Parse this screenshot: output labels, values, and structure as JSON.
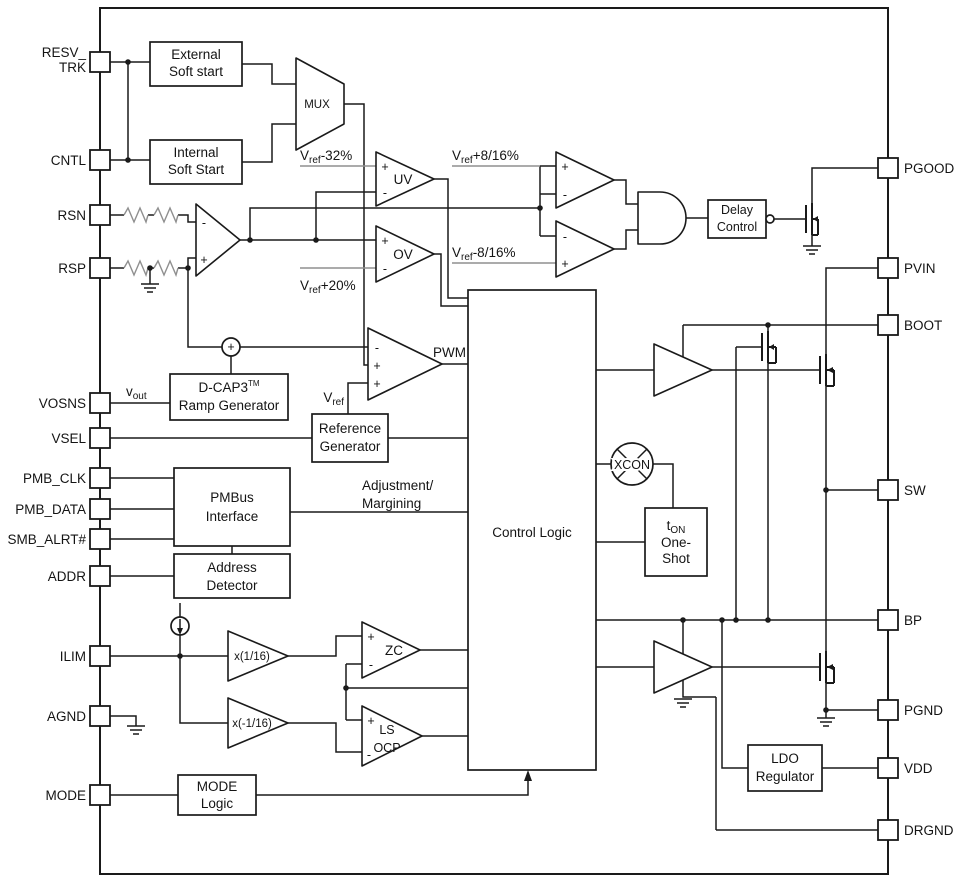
{
  "pins": {
    "left": [
      {
        "line1": "RESV_",
        "line2": "TRK"
      },
      {
        "label": "CNTL"
      },
      {
        "label": "RSN"
      },
      {
        "label": "RSP"
      },
      {
        "label": "VOSNS"
      },
      {
        "label": "VSEL"
      },
      {
        "label": "PMB_CLK"
      },
      {
        "label": "PMB_DATA"
      },
      {
        "label": "SMB_ALRT#"
      },
      {
        "label": "ADDR"
      },
      {
        "label": "ILIM"
      },
      {
        "label": "AGND"
      },
      {
        "label": "MODE"
      }
    ],
    "right": [
      {
        "label": "PGOOD"
      },
      {
        "label": "PVIN"
      },
      {
        "label": "BOOT"
      },
      {
        "label": "SW"
      },
      {
        "label": "BP"
      },
      {
        "label": "PGND"
      },
      {
        "label": "VDD"
      },
      {
        "label": "DRGND"
      }
    ]
  },
  "blocks": {
    "external_ss": {
      "line1": "External",
      "line2": "Soft start"
    },
    "internal_ss": {
      "line1": "Internal",
      "line2": "Soft Start"
    },
    "mux": {
      "label": "MUX"
    },
    "uv": {
      "label": "UV"
    },
    "ov": {
      "label": "OV"
    },
    "pwm": {
      "label": "PWM"
    },
    "delay": {
      "line1": "Delay",
      "line2": "Control"
    },
    "ramp": {
      "name": "D-CAP3",
      "tm": "TM",
      "line2": "Ramp Generator"
    },
    "refgen": {
      "line1": "Reference",
      "line2": "Generator"
    },
    "pmbus": {
      "line1": "PMBus",
      "line2": "Interface"
    },
    "addr": {
      "line1": "Address",
      "line2": "Detector"
    },
    "control": {
      "label": "Control Logic"
    },
    "xcon": {
      "label": "XCON"
    },
    "ton": {
      "t": "t",
      "sub": "ON",
      "line2": "One-",
      "line3": "Shot"
    },
    "zc": {
      "label": "ZC"
    },
    "lsocp": {
      "line1": "LS",
      "line2": "OCP"
    },
    "x116": {
      "label": "x(1/16)"
    },
    "xm116": {
      "label": "x(-1/16)"
    },
    "mode_logic": {
      "line1": "MODE",
      "line2": "Logic"
    },
    "ldo": {
      "line1": "LDO",
      "line2": "Regulator"
    }
  },
  "labels": {
    "vref_m32": {
      "base": "V",
      "sub": "ref",
      "rest": "-32%"
    },
    "vref_p20": {
      "base": "V",
      "sub": "ref",
      "rest": "+20%"
    },
    "vref_p816": {
      "base": "V",
      "sub": "ref",
      "rest": "+8/16%"
    },
    "vref_m816": {
      "base": "V",
      "sub": "ref",
      "rest": "-8/16%"
    },
    "vref": {
      "base": "V",
      "sub": "ref"
    },
    "vout": {
      "base": "v",
      "sub": "out"
    },
    "adjustment": {
      "line1": "Adjustment/",
      "line2": "Margining"
    }
  },
  "signs": {
    "plus": "+",
    "minus": "-"
  }
}
